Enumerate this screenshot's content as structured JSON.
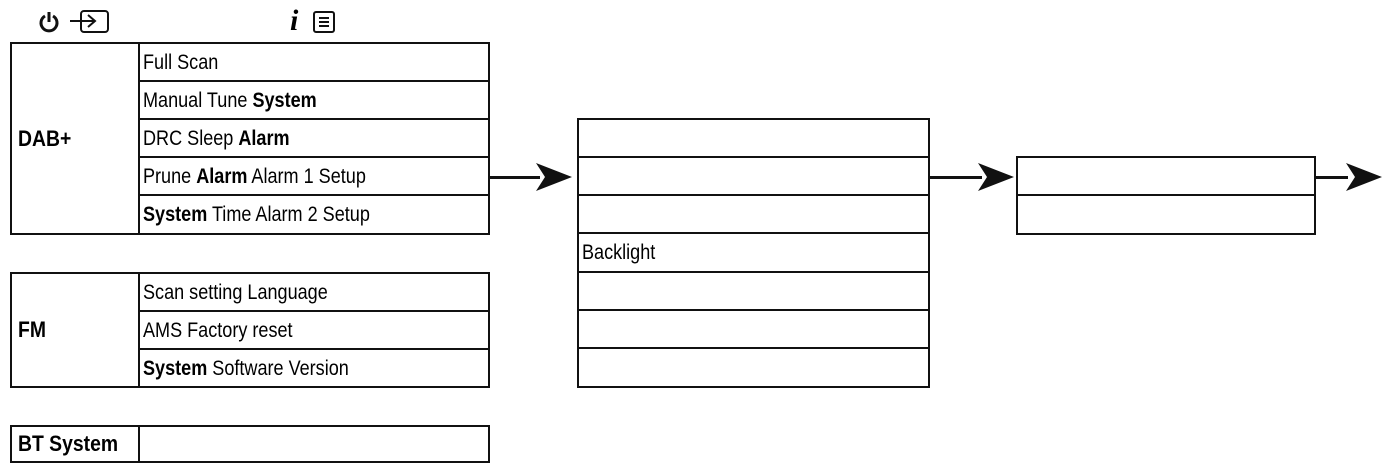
{
  "header_icons": {
    "power": "power-icon",
    "input": "input-icon",
    "info_glyph": "i",
    "menu": "menu-icon"
  },
  "groups": {
    "dab": {
      "label": "DAB+",
      "items": [
        {
          "a": "Full Scan",
          "b": ""
        },
        {
          "a": "Manual Tune ",
          "b": "System"
        },
        {
          "a": "DRC Sleep ",
          "b": "Alarm"
        },
        {
          "a": "Prune ",
          "b": "Alarm",
          "c": " Alarm 1 Setup"
        },
        {
          "a": "",
          "b": "System",
          "c": " Time Alarm 2 Setup"
        }
      ]
    },
    "fm": {
      "label": "FM",
      "items": [
        {
          "a": "Scan setting Language",
          "b": ""
        },
        {
          "a": "AMS Factory reset",
          "b": ""
        },
        {
          "a": "",
          "b": "System",
          "c": " Software Version"
        }
      ]
    },
    "bt": {
      "label": "BT System"
    }
  },
  "middle_column": {
    "rows": [
      "",
      "",
      "",
      "Backlight",
      "",
      "",
      ""
    ]
  },
  "right_column": {
    "rows": [
      "",
      ""
    ]
  }
}
